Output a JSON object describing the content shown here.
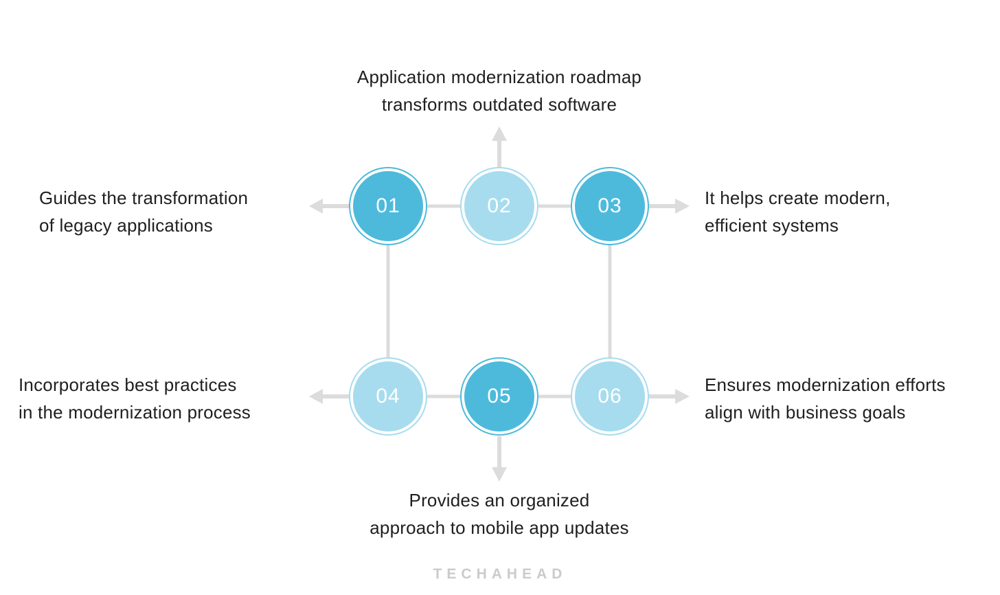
{
  "colors": {
    "circle_dark": "#4dbadc",
    "circle_light": "#a7dcee",
    "arrow": "#dcdcdc",
    "text": "#1f1f1f",
    "brand": "#cbcbcb"
  },
  "title": {
    "line1": "Application modernization roadmap",
    "line2": "transforms outdated software"
  },
  "nodes": [
    {
      "label": "01",
      "tone": "dark"
    },
    {
      "label": "02",
      "tone": "light"
    },
    {
      "label": "03",
      "tone": "dark"
    },
    {
      "label": "04",
      "tone": "light"
    },
    {
      "label": "05",
      "tone": "dark"
    },
    {
      "label": "06",
      "tone": "light"
    }
  ],
  "callouts": {
    "left_top": {
      "line1": "Guides the transformation",
      "line2": "of legacy applications"
    },
    "right_top": {
      "line1": "It helps create modern,",
      "line2": "efficient systems"
    },
    "left_bottom": {
      "line1": "Incorporates best practices",
      "line2": "in the modernization process"
    },
    "right_bottom": {
      "line1": "Ensures modernization efforts",
      "line2": "align with business goals"
    },
    "bottom": {
      "line1": "Provides an organized",
      "line2": "approach to mobile app updates"
    }
  },
  "footer": {
    "brand": "TECHAHEAD"
  }
}
